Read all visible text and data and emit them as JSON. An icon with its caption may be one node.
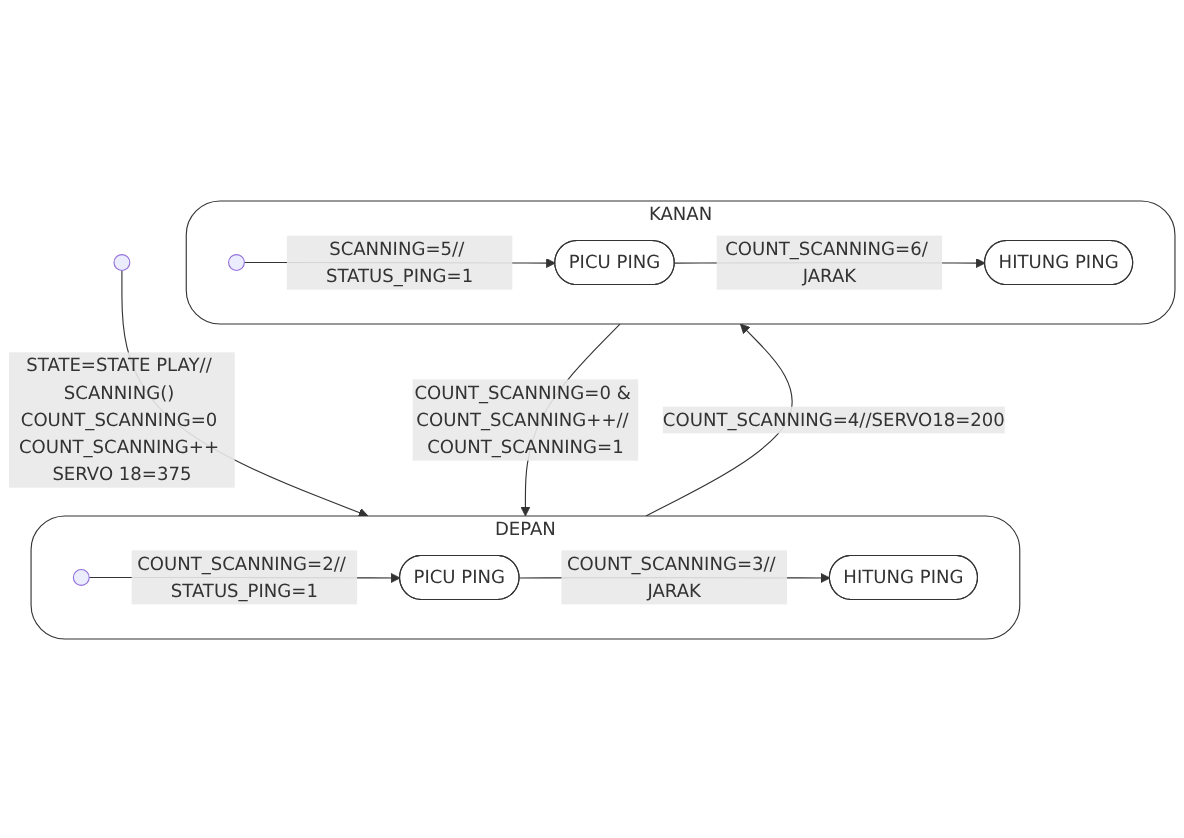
{
  "diagram": {
    "nodes": [
      {
        "text": [],
        "shape": "circle"
      },
      {
        "text": [
          "DEPAN"
        ]
      },
      {
        "text": [],
        "shape": "circle",
        "in": 1
      },
      {
        "text": [
          "PICU PING"
        ],
        "in": 1
      },
      {
        "text": [
          "HITUNG PING"
        ],
        "in": 1
      },
      {
        "text": [
          "KANAN"
        ]
      },
      {
        "text": [],
        "shape": "circle",
        "in": 5
      },
      {
        "text": [
          "PICU PING"
        ],
        "in": 5
      },
      {
        "text": [
          "HITUNG PING"
        ],
        "in": 5
      }
    ],
    "edges": [
      {
        "from": 0,
        "to": 1,
        "arrow": "to",
        "label": "STATE=STATE PLAY// SCANNING() COUNT_SCANNING=0 COUNT_SCANNING++ SERVO 18=375"
      },
      {
        "from": 2,
        "to": 3,
        "arrow": "to",
        "label": "COUNT_SCANNING=2// STATUS_PING=1"
      },
      {
        "from": 3,
        "to": 4,
        "arrow": "to",
        "label": "COUNT_SCANNING=3// JARAK"
      },
      {
        "from": 1,
        "to": 5,
        "arrow": "to",
        "label": "COUNT_SCANNING=4//SERVO18=200"
      },
      {
        "from": 5,
        "to": 1,
        "arrow": "to",
        "label": "COUNT_SCANNING=0 & COUNT_SCANNING++// COUNT_SCANNING=1"
      },
      {
        "from": 6,
        "to": 7,
        "arrow": "to",
        "label": "SCANNING=5// STATUS_PING=1"
      },
      {
        "from": 7,
        "to": 8,
        "arrow": "to",
        "label": "COUNT_SCANNING=6/ JARAK"
      }
    ]
  }
}
